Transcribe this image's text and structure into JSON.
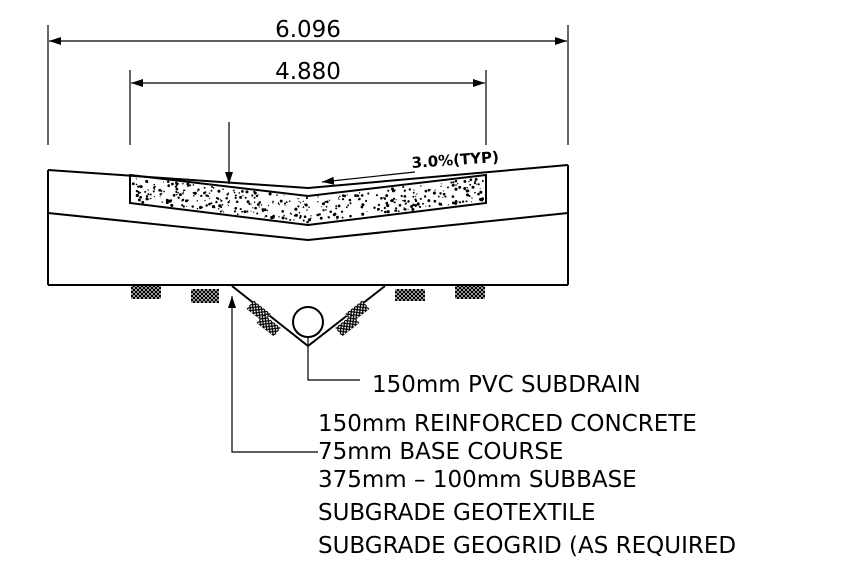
{
  "dimensions": {
    "overall_width": "6.096",
    "trench_width": "4.880"
  },
  "slope_label": "3.0%(TYP)",
  "layers": [
    "150mm PVC SUBDRAIN",
    "150mm REINFORCED CONCRETE",
    "75mm BASE COURSE",
    "375mm – 100mm SUBBASE",
    "SUBGRADE GEOTEXTILE",
    "SUBGRADE GEOGRID (AS REQUIRED"
  ],
  "colors": {
    "line": "#000000",
    "background": "#ffffff"
  }
}
